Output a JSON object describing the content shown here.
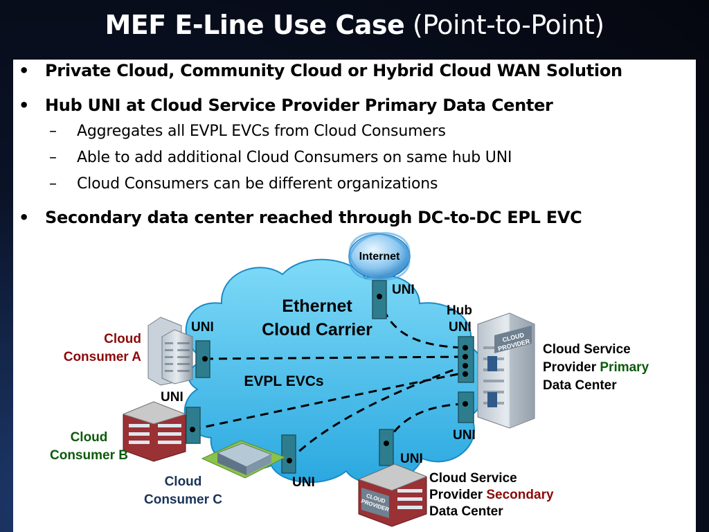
{
  "title": {
    "main": "MEF E-Line Use Case",
    "sub": "(Point-to-Point)"
  },
  "bullets": [
    {
      "text": "Private Cloud, Community Cloud or Hybrid Cloud WAN Solution",
      "sub": []
    },
    {
      "text": "Hub UNI at Cloud Service Provider Primary Data Center",
      "sub": [
        "Aggregates all EVPL EVCs from Cloud Consumers",
        "Able to add additional Cloud Consumers on same hub UNI",
        "Cloud Consumers can be different organizations"
      ]
    },
    {
      "text": "Secondary data center reached through DC-to-DC EPL EVC",
      "sub": []
    }
  ],
  "diagram": {
    "internet": "Internet",
    "carrier_line1": "Ethernet",
    "carrier_line2": "Cloud Carrier",
    "evcs": "EVPL EVCs",
    "uni": "UNI",
    "hub": "Hub",
    "consumer_a_1": "Cloud",
    "consumer_a_2": "Consumer A",
    "consumer_b_1": "Cloud",
    "consumer_b_2": "Consumer B",
    "consumer_c_1": "Cloud",
    "consumer_c_2": "Consumer C",
    "primary_1": "Cloud Service",
    "primary_2a": "Provider ",
    "primary_2b": "Primary",
    "primary_3": "Data Center",
    "secondary_1": "Cloud Service",
    "secondary_2a": "Provider ",
    "secondary_2b": "Secondary",
    "secondary_3": "Data Center",
    "provider_badge_1": "CLOUD",
    "provider_badge_2": "PROVIDER"
  },
  "colors": {
    "cloud": "#4fc3ef",
    "uni_box": "#2e7d8f",
    "red": "#8b0a0a",
    "green": "#0c5a0c",
    "navy": "#1a3358"
  }
}
